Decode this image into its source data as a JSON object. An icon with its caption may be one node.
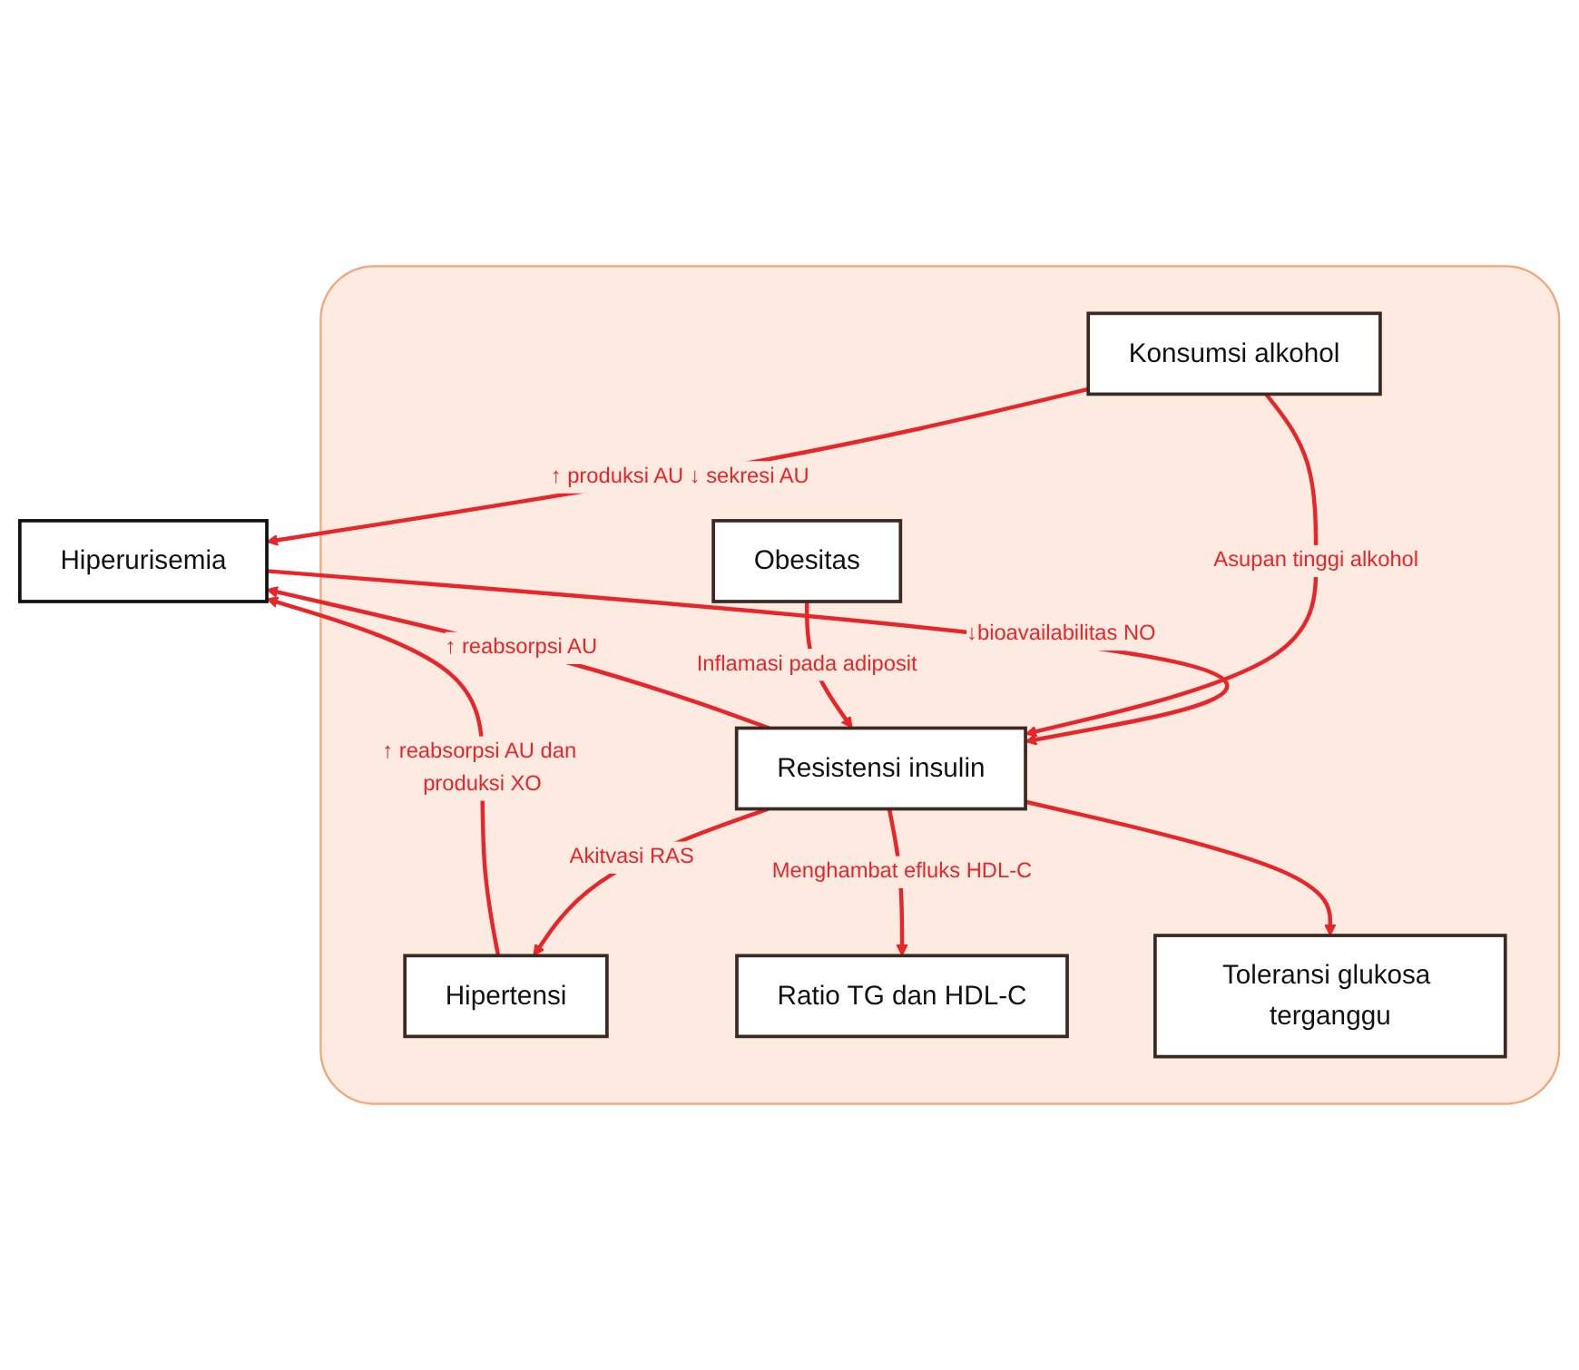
{
  "diagram": {
    "nodes": [
      {
        "text": [
          "Hiperurisemia"
        ]
      },
      {
        "text": [],
        "shape": "box"
      },
      {
        "text": [
          "Hipertensi"
        ],
        "in": 1
      },
      {
        "text": [
          "Konsumsi alkohol"
        ],
        "in": 1
      },
      {
        "text": [
          "Resistensi insulin"
        ],
        "in": 1
      },
      {
        "text": [
          "Obesitas"
        ],
        "in": 1
      },
      {
        "text": [
          "Ratio TG dan HDL-C"
        ],
        "in": 1
      },
      {
        "text": [
          "Toleransi glukosa terganggu"
        ],
        "in": 1
      }
    ],
    "edges": [
      {
        "from": 2,
        "to": 0,
        "arrow": "to",
        "label": "↑ reabsorpsi AU dan produksi XO"
      },
      {
        "from": 4,
        "to": 0,
        "arrow": "to",
        "label": "↑ reabsorpsi AU"
      },
      {
        "from": 0,
        "to": 4,
        "arrow": "to",
        "label": "↓bioavailabilitas NO"
      },
      {
        "from": 3,
        "to": 0,
        "arrow": "to",
        "label": "↑ produksi AU ↓ sekresi AU"
      },
      {
        "from": 4,
        "to": 2,
        "arrow": "to",
        "label": "Akitvasi RAS"
      },
      {
        "from": 3,
        "to": 4,
        "arrow": "to",
        "label": "Asupan tinggi alkohol"
      },
      {
        "from": 5,
        "to": 4,
        "arrow": "to",
        "label": "Inflamasi pada adiposit"
      },
      {
        "from": 4,
        "to": 6,
        "arrow": "to",
        "label": "Menghambat efluks HDL-C"
      },
      {
        "from": 4,
        "to": 7,
        "arrow": "to"
      }
    ]
  }
}
